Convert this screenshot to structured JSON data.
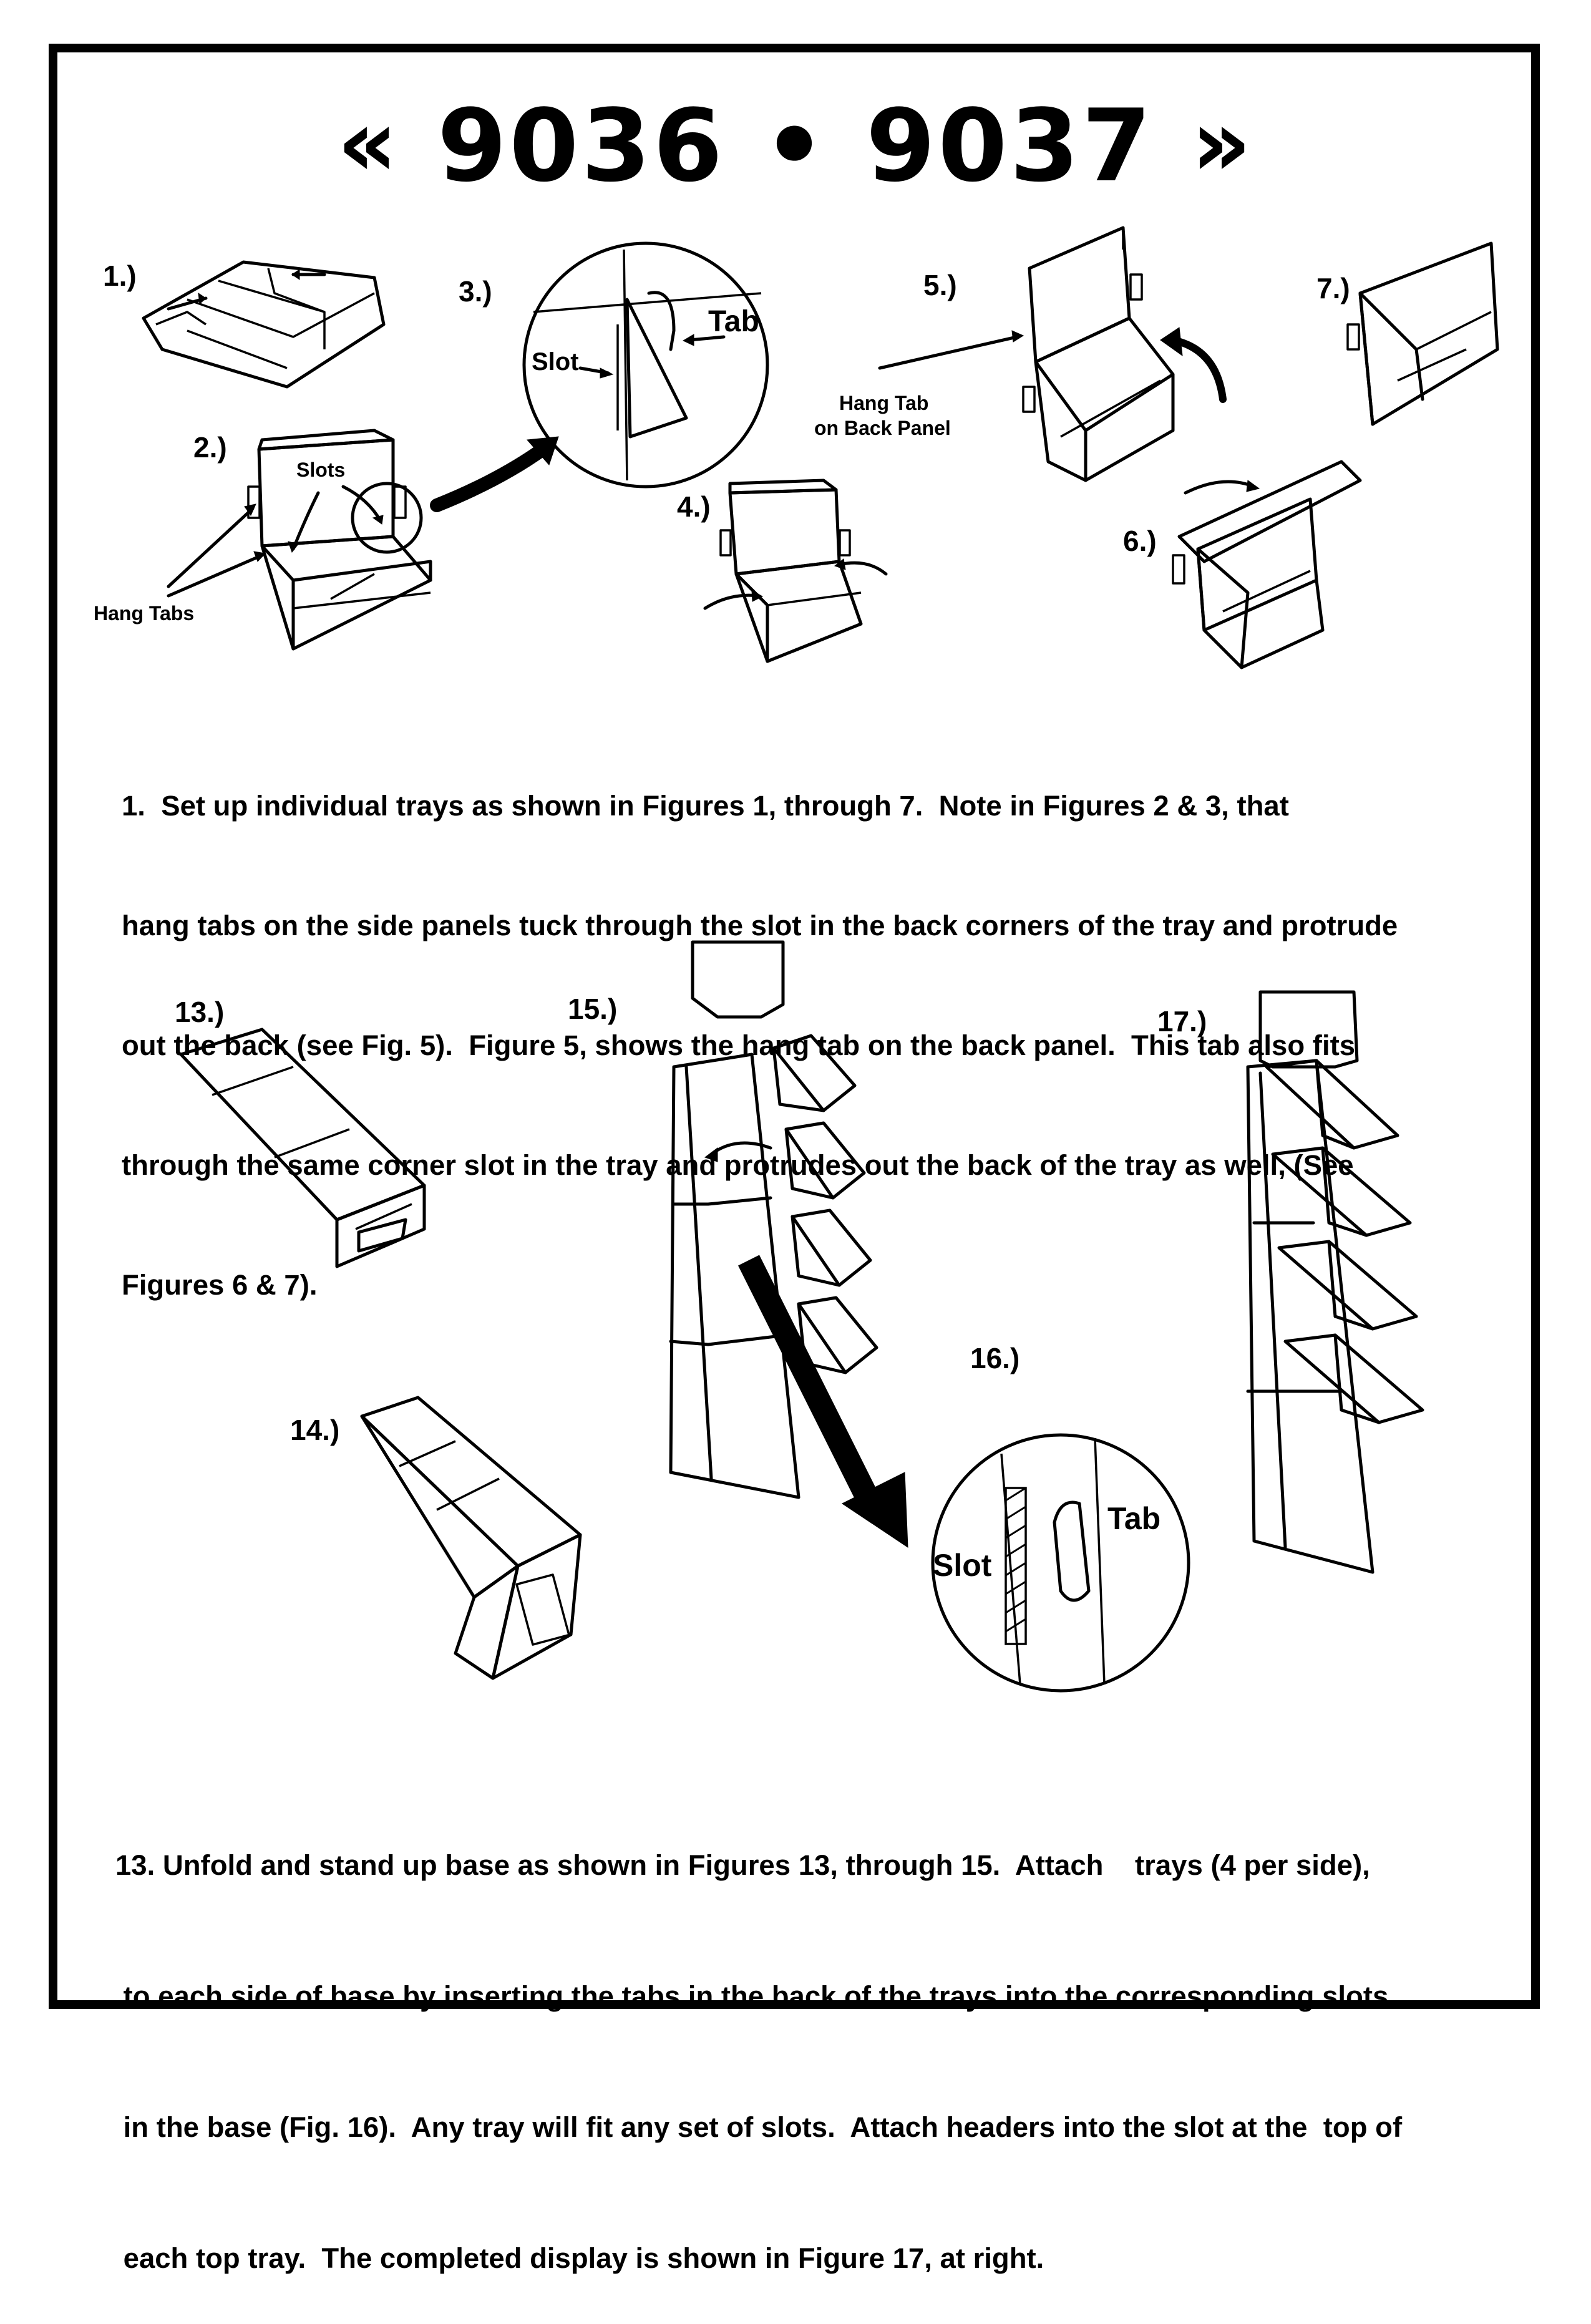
{
  "title": {
    "left_glyph": "«",
    "text": "9036 • 9037",
    "right_glyph": "»"
  },
  "figures": {
    "fig1": "1.)",
    "fig2": "2.)",
    "fig3": "3.)",
    "fig4": "4.)",
    "fig5": "5.)",
    "fig6": "6.)",
    "fig7": "7.)",
    "fig13": "13.)",
    "fig14": "14.)",
    "fig15": "15.)",
    "fig16": "16.)",
    "fig17": "17.)"
  },
  "callouts": {
    "slots": "Slots",
    "hang_tabs": "Hang Tabs",
    "slot": "Slot",
    "tab": "Tab",
    "hang_tab_line1": "Hang Tab",
    "hang_tab_line2": "on Back Panel",
    "detail_slot": "Slot",
    "detail_tab": "Tab"
  },
  "instructions": {
    "step1": [
      "1.  Set up individual trays as shown in Figures 1, through 7.  Note in Figures 2 & 3, that",
      "hang tabs on the side panels tuck through the slot in the back corners of the tray and protrude",
      "out the back (see Fig. 5).  Figure 5, shows the hang tab on the back panel.  This tab also fits",
      "through the same corner slot in the tray and protrudes out the back of the tray as well, (See",
      "Figures 6 & 7)."
    ],
    "step13": [
      "13. Unfold and stand up base as shown in Figures 13, through 15.  Attach    trays (4 per side),",
      " to each side of base by inserting the tabs in the back of the trays into the corresponding slots",
      " in the base (Fig. 16).  Any tray will fit any set of slots.  Attach headers into the slot at the  top of",
      " each top tray.  The completed display is shown in Figure 17, at right."
    ]
  }
}
